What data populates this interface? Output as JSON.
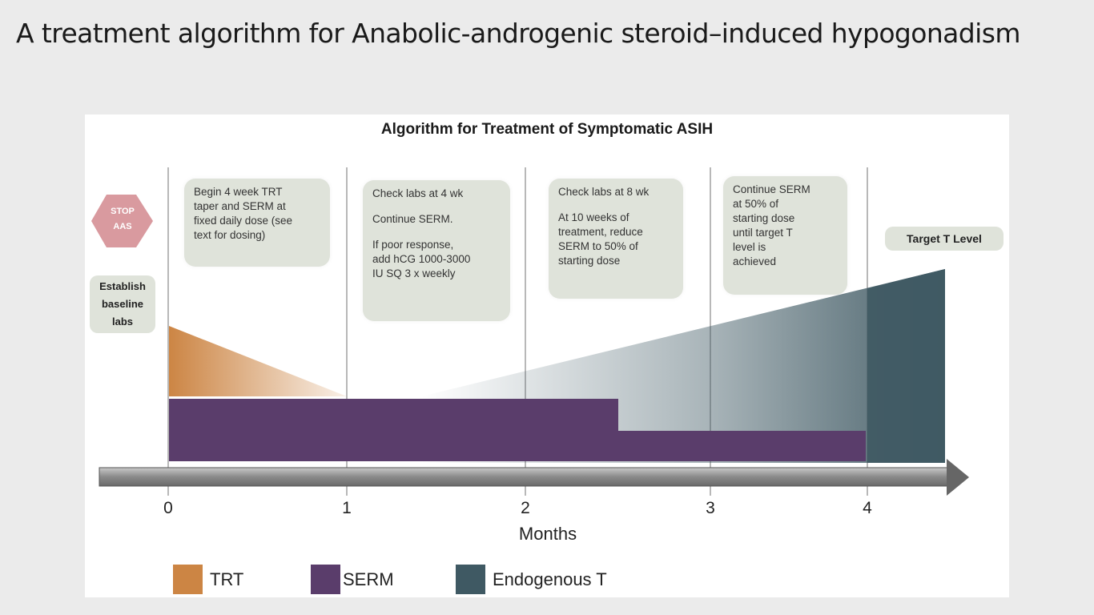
{
  "slide_title": "A treatment algorithm for Anabolic-androgenic steroid–induced hypogonadism",
  "figure": {
    "title": "Algorithm for Treatment of Symptomatic ASIH",
    "stop_sign": {
      "line1": "STOP",
      "line2": "AAS",
      "color": "#d99a9f"
    },
    "baseline_label": [
      "Establish",
      "baseline",
      "labs"
    ],
    "target_label": "Target T Level",
    "notes": [
      {
        "lines": [
          "Begin 4 week TRT",
          "taper and SERM at",
          "fixed daily dose (see",
          "text for dosing)"
        ]
      },
      {
        "lines": [
          "Check labs at 4 wk",
          "Continue SERM.",
          "If poor response,",
          "add hCG 1000-3000",
          "IU SQ 3 x weekly"
        ]
      },
      {
        "lines": [
          "Check labs at 8 wk",
          "At 10 weeks of",
          "treatment, reduce",
          "SERM to 50% of",
          "starting dose"
        ]
      },
      {
        "lines": [
          "Continue SERM",
          "at 50% of",
          "starting dose",
          "until target T",
          "level is",
          "achieved"
        ]
      }
    ],
    "x_axis": {
      "label": "Months",
      "ticks": [
        "0",
        "1",
        "2",
        "3",
        "4"
      ]
    },
    "legend": [
      {
        "label": "TRT",
        "color": "#cc8544"
      },
      {
        "label": "SERM",
        "color": "#5a3d6b"
      },
      {
        "label": "Endogenous T",
        "color": "#3f5963"
      }
    ]
  }
}
